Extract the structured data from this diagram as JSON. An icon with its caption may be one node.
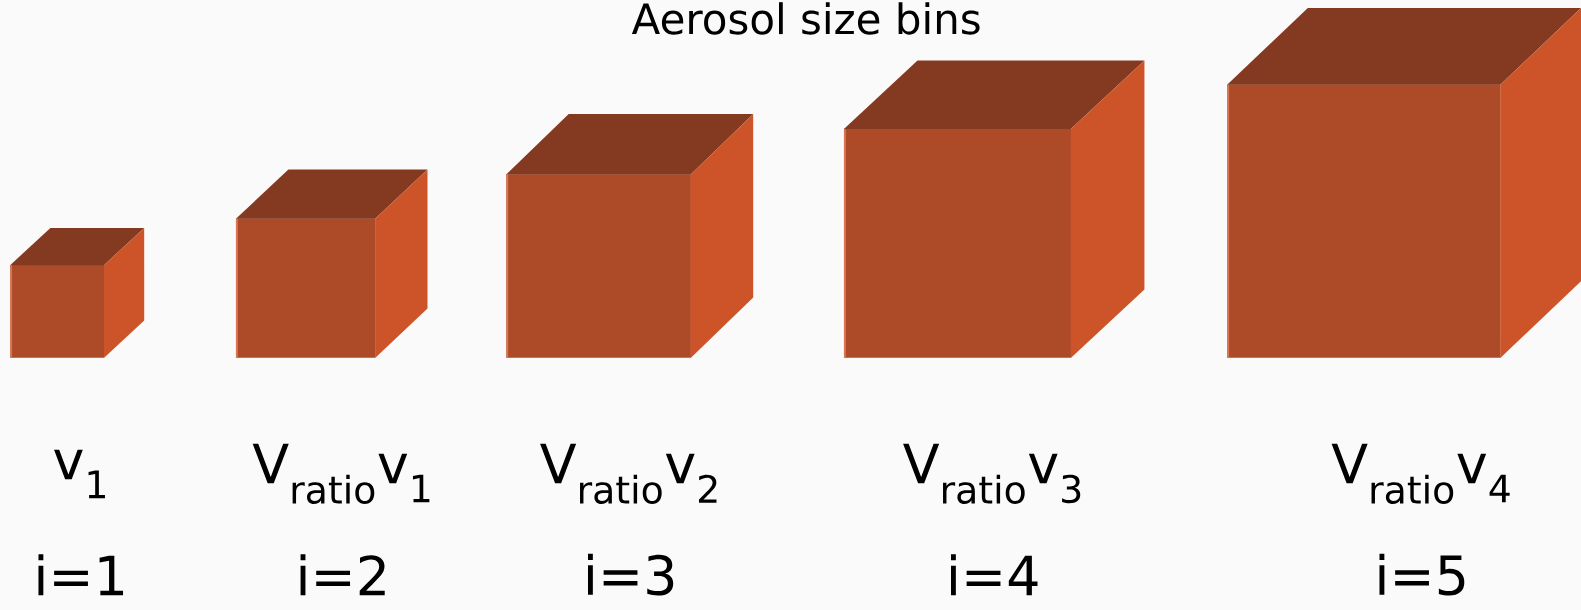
{
  "diagram": {
    "title": "Aerosol size bins",
    "nodes": [
      {
        "text": [],
        "shape": "box",
        "beside": [
          "v$_{1}$",
          "i=1"
        ]
      },
      {
        "text": [],
        "shape": "box",
        "beside": [
          "V$_{ratio}$v$_{1}$",
          "i=2"
        ]
      },
      {
        "text": [],
        "shape": "box",
        "beside": [
          "V$_{ratio}$v$_{2}$",
          "i=3"
        ]
      },
      {
        "text": [],
        "shape": "box",
        "beside": [
          "V$_{ratio}$v$_{3}$",
          "i=4"
        ]
      },
      {
        "text": [],
        "shape": "box",
        "beside": [
          "V$_{ratio}$v$_{4}$",
          "i=5"
        ]
      }
    ]
  }
}
